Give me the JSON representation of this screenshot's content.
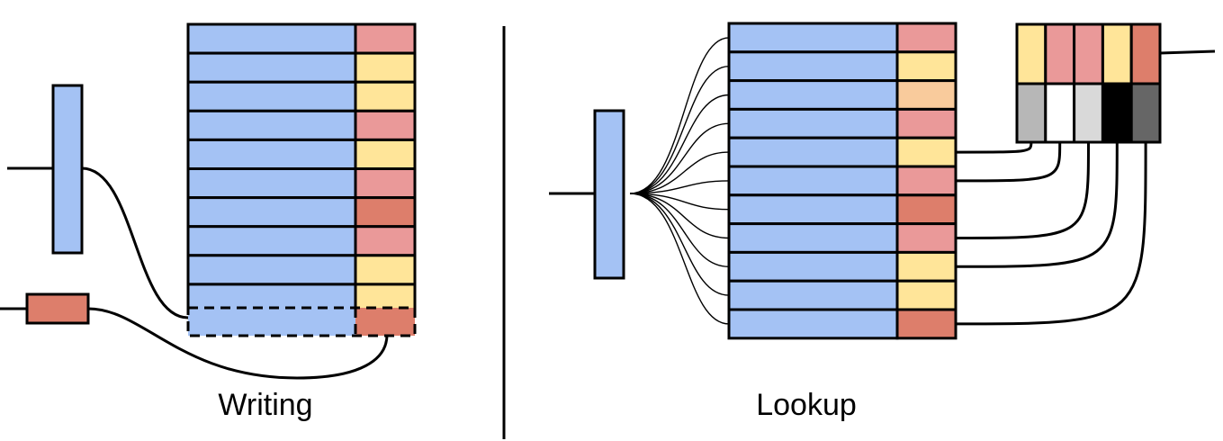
{
  "labels": {
    "writing": "Writing",
    "lookup": "Lookup"
  },
  "colors": {
    "key_blue": "#a4c2f4",
    "value_pink": "#ea9999",
    "value_yellow": "#ffe599",
    "value_peach": "#f9cb9c",
    "value_red": "#dd7e6b",
    "stroke": "#000000"
  },
  "writing_memory": {
    "value_colors": [
      "pink",
      "yellow",
      "yellow",
      "pink",
      "yellow",
      "pink",
      "red",
      "pink",
      "yellow",
      "yellow"
    ],
    "new_entry_value_color": "red"
  },
  "lookup_memory": {
    "value_colors": [
      "pink",
      "yellow",
      "peach",
      "pink",
      "yellow",
      "pink",
      "red",
      "pink",
      "yellow",
      "yellow",
      "red"
    ]
  },
  "lookup_output": {
    "value_colors": [
      "yellow",
      "pink",
      "pink",
      "yellow",
      "red"
    ],
    "weight_shades": [
      "#b7b7b7",
      "#ffffff",
      "#d9d9d9",
      "#000000",
      "#666666"
    ]
  }
}
